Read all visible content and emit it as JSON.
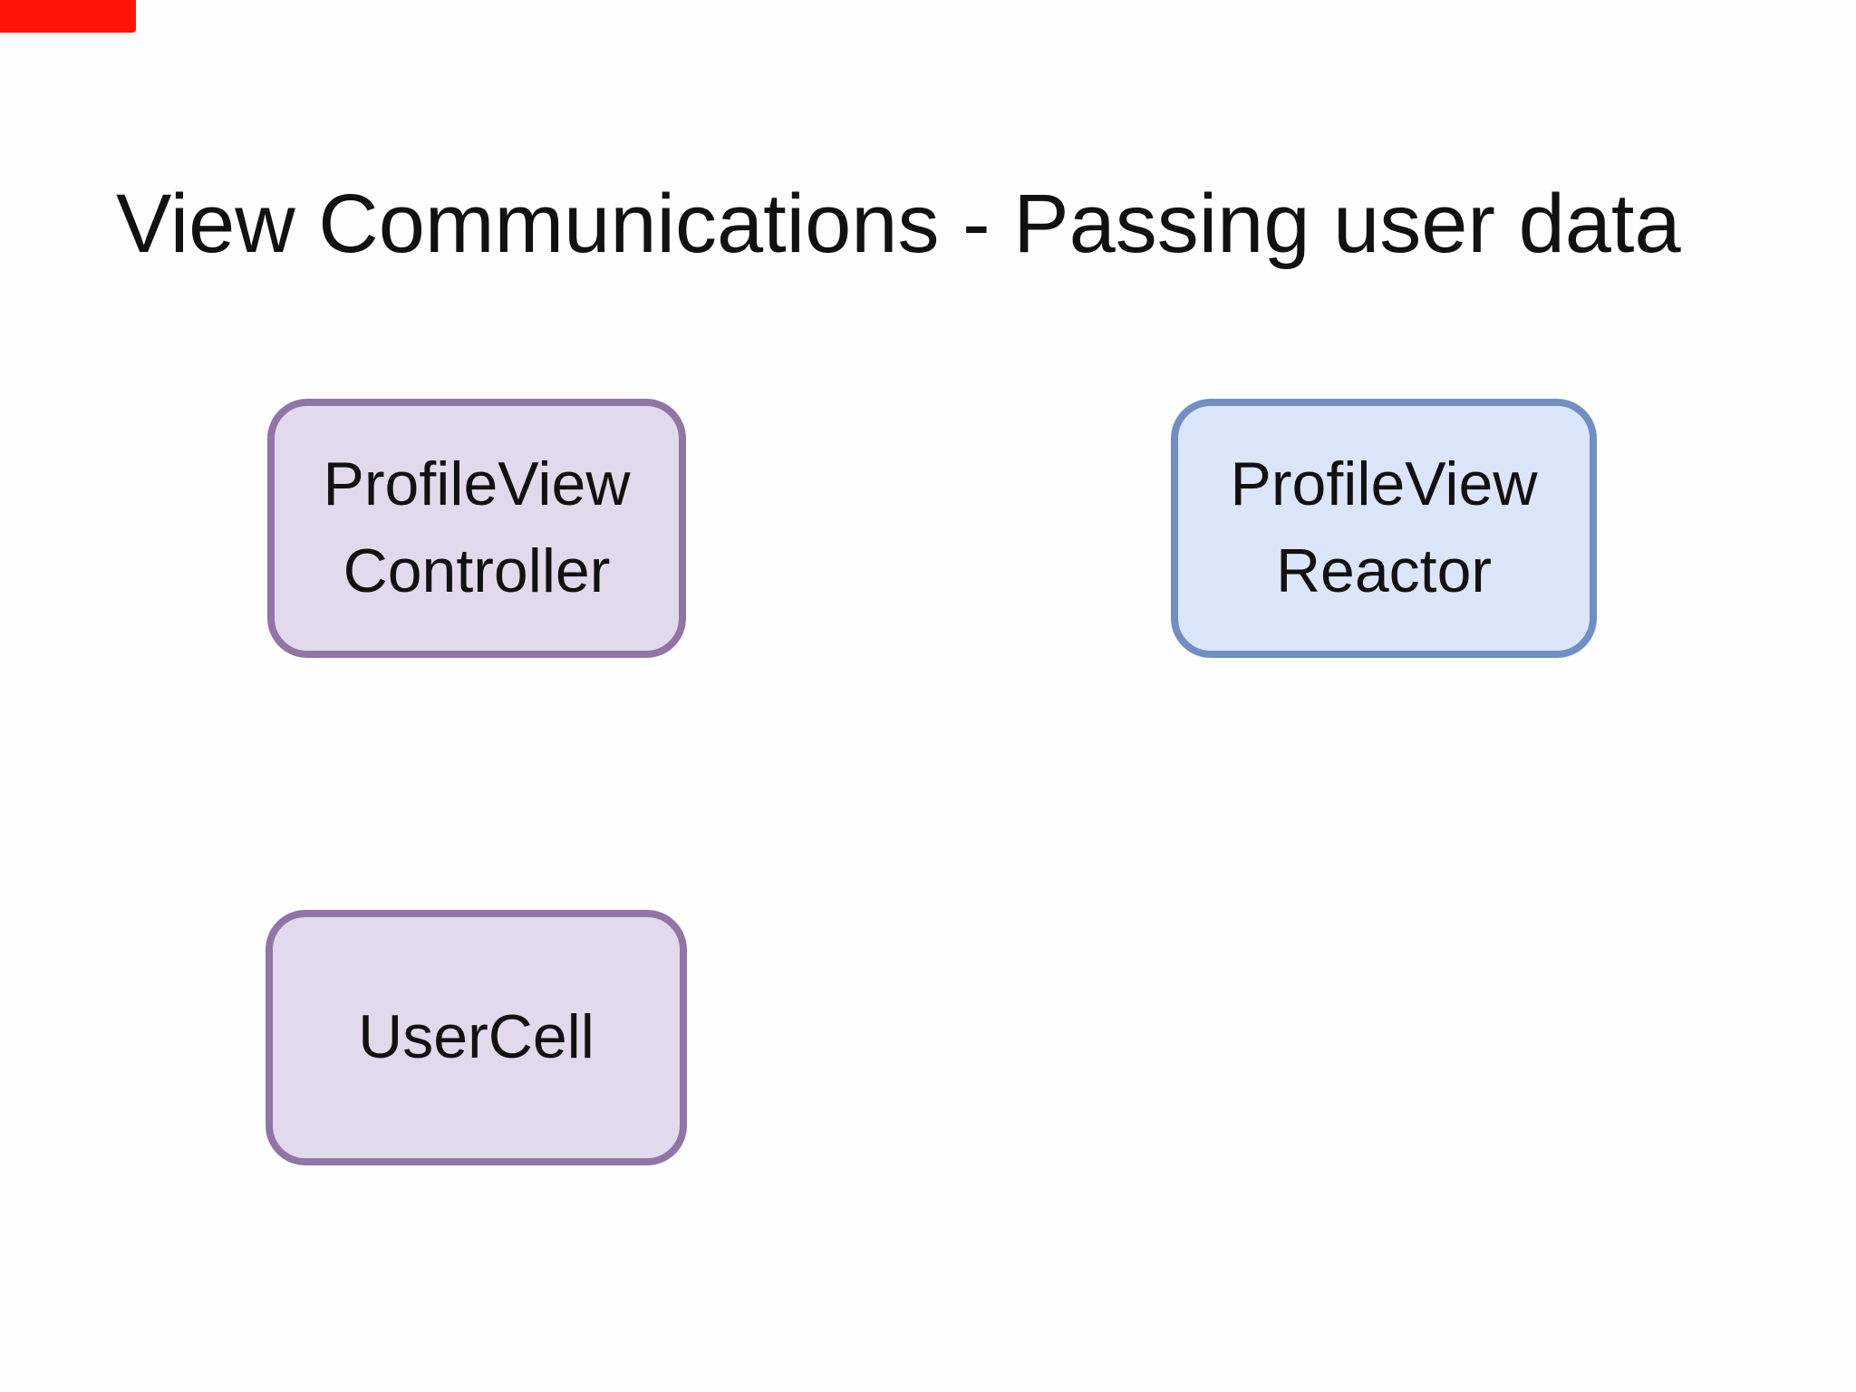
{
  "slide": {
    "title": "View Communications - Passing user data",
    "background_color": "#FEFEFE"
  },
  "recording_indicator": {
    "color": "#FF1507"
  },
  "nodes": [
    {
      "id": "profile-view-controller",
      "lines": [
        "ProfileView",
        "Controller"
      ],
      "fill_color": "#E3D9ED",
      "border_color": "#9075A6",
      "text_color": "#111111"
    },
    {
      "id": "profile-view-reactor",
      "lines": [
        "ProfileView",
        "Reactor"
      ],
      "fill_color": "#DCE6FA",
      "border_color": "#7090C3",
      "text_color": "#111111"
    },
    {
      "id": "user-cell",
      "lines": [
        "UserCell"
      ],
      "fill_color": "#E3D9ED",
      "border_color": "#9075A6",
      "text_color": "#111111"
    }
  ]
}
